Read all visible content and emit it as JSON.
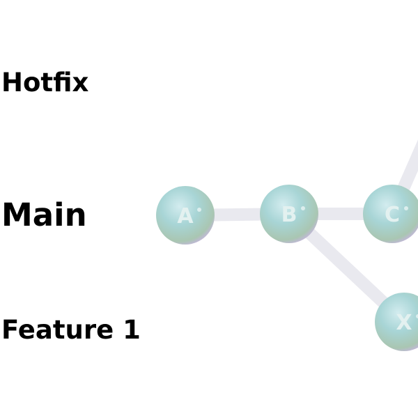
{
  "branches": {
    "hotfix": "Hotfix",
    "main": "Main",
    "feature": "Feature 1"
  },
  "commits": [
    {
      "id": "a",
      "label": "A",
      "branch": "main"
    },
    {
      "id": "b",
      "label": "B",
      "branch": "main"
    },
    {
      "id": "c",
      "label": "C",
      "branch": "main"
    },
    {
      "id": "x",
      "label": "X",
      "branch": "feature"
    }
  ],
  "colors": {
    "edge": "#e9e9ef",
    "node_top": "#cfe8ea",
    "node_mid": "#a9d6d6",
    "node_bottom": "#a9c7b3",
    "node_edge": "#c8b3e0",
    "node_text": "#e3f1f0"
  }
}
